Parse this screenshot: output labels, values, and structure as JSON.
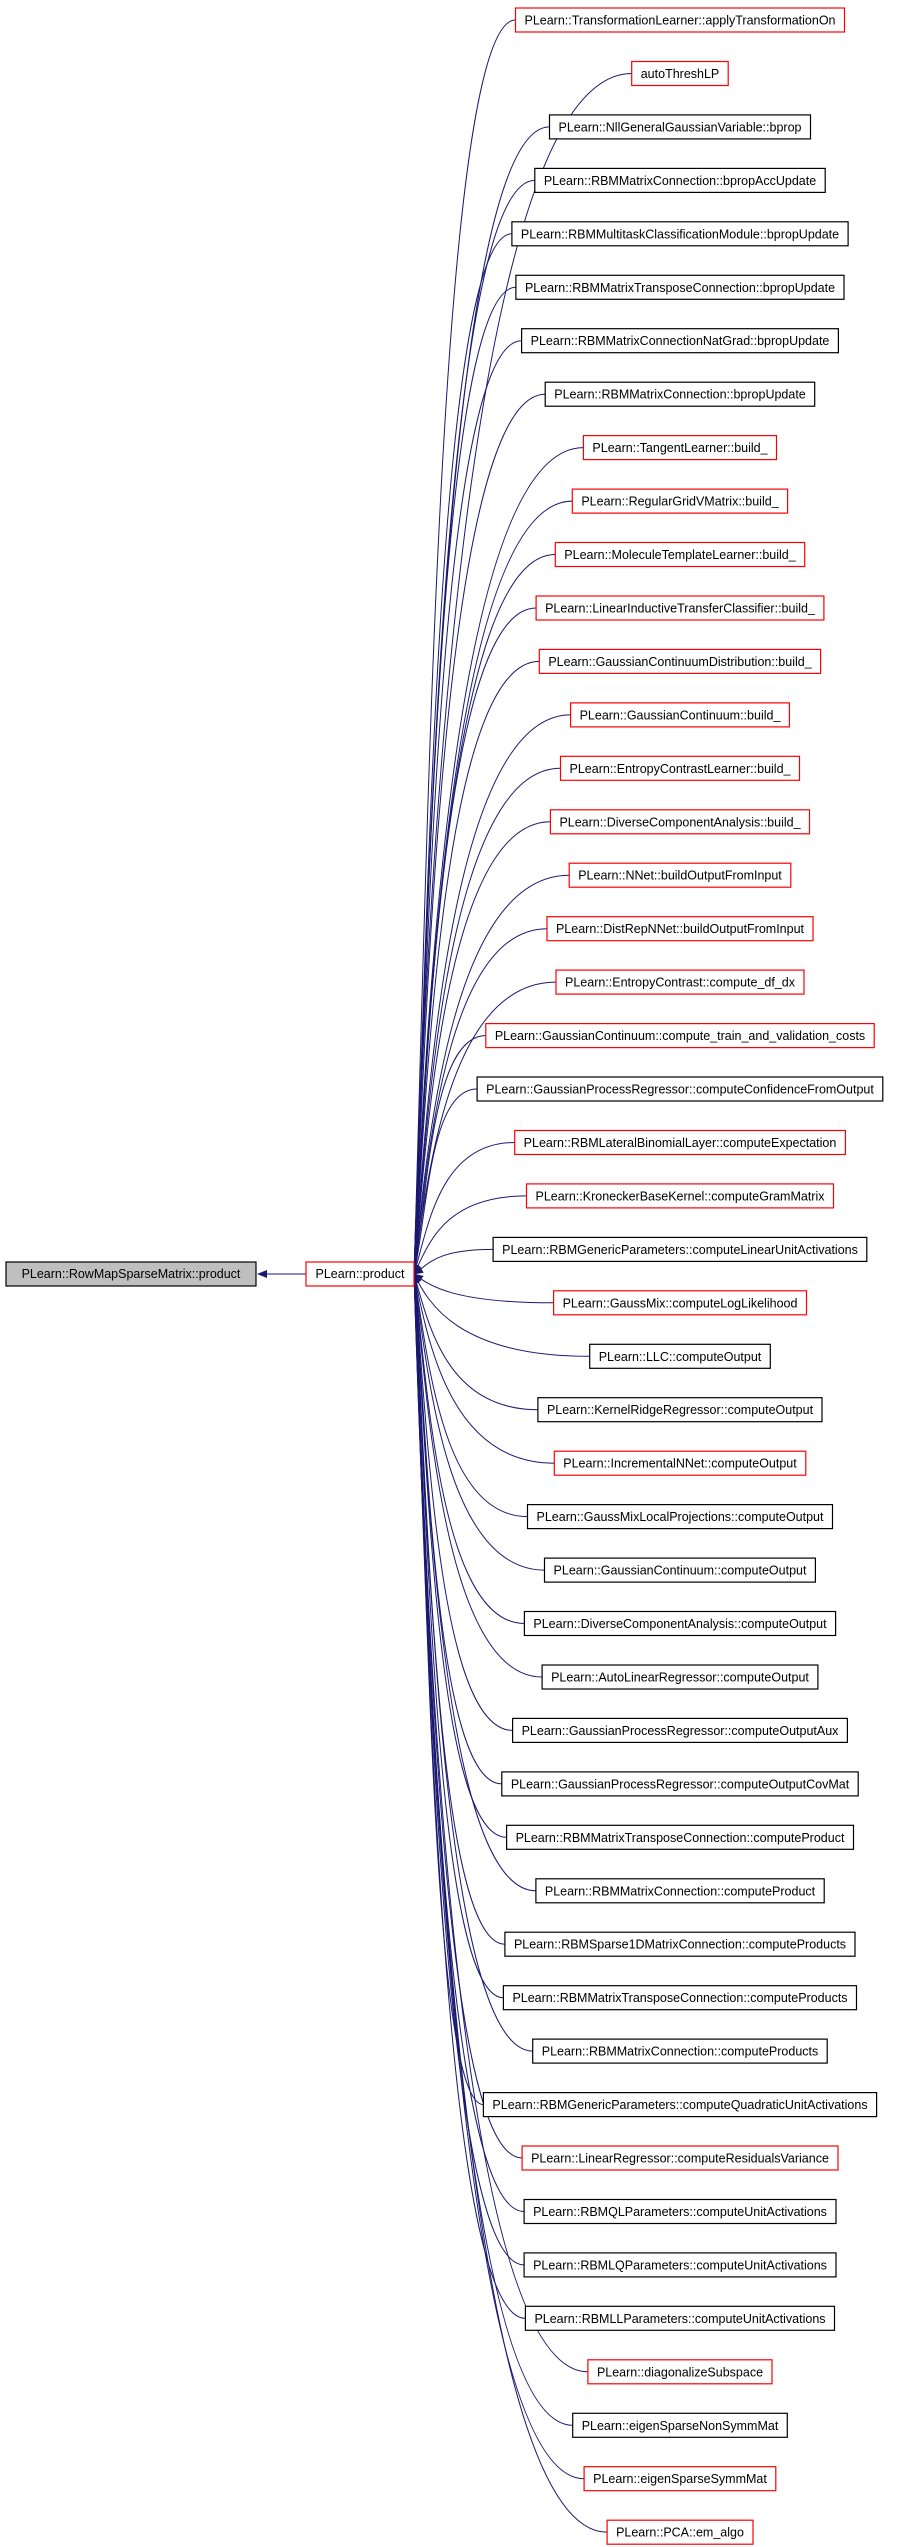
{
  "colors": {
    "edge": "#191970",
    "normal_border": "#000000",
    "red_border": "#ff0000",
    "root_fill": "#bfbfbf",
    "node_fill": "#ffffff"
  },
  "root": {
    "label": "PLearn::RowMapSparseMatrix::product"
  },
  "center": {
    "label": "PLearn::product",
    "border": "red"
  },
  "callers": [
    {
      "label": "PLearn::TransformationLearner::applyTransformationOn",
      "border": "red"
    },
    {
      "label": "autoThreshLP",
      "border": "red"
    },
    {
      "label": "PLearn::NllGeneralGaussianVariable::bprop",
      "border": "black"
    },
    {
      "label": "PLearn::RBMMatrixConnection::bpropAccUpdate",
      "border": "black"
    },
    {
      "label": "PLearn::RBMMultitaskClassificationModule::bpropUpdate",
      "border": "black"
    },
    {
      "label": "PLearn::RBMMatrixTransposeConnection::bpropUpdate",
      "border": "black"
    },
    {
      "label": "PLearn::RBMMatrixConnectionNatGrad::bpropUpdate",
      "border": "black"
    },
    {
      "label": "PLearn::RBMMatrixConnection::bpropUpdate",
      "border": "black"
    },
    {
      "label": "PLearn::TangentLearner::build_",
      "border": "red"
    },
    {
      "label": "PLearn::RegularGridVMatrix::build_",
      "border": "red"
    },
    {
      "label": "PLearn::MoleculeTemplateLearner::build_",
      "border": "red"
    },
    {
      "label": "PLearn::LinearInductiveTransferClassifier::build_",
      "border": "red"
    },
    {
      "label": "PLearn::GaussianContinuumDistribution::build_",
      "border": "red"
    },
    {
      "label": "PLearn::GaussianContinuum::build_",
      "border": "red"
    },
    {
      "label": "PLearn::EntropyContrastLearner::build_",
      "border": "red"
    },
    {
      "label": "PLearn::DiverseComponentAnalysis::build_",
      "border": "red"
    },
    {
      "label": "PLearn::NNet::buildOutputFromInput",
      "border": "red"
    },
    {
      "label": "PLearn::DistRepNNet::buildOutputFromInput",
      "border": "red"
    },
    {
      "label": "PLearn::EntropyContrast::compute_df_dx",
      "border": "red"
    },
    {
      "label": "PLearn::GaussianContinuum::compute_train_and_validation_costs",
      "border": "red"
    },
    {
      "label": "PLearn::GaussianProcessRegressor::computeConfidenceFromOutput",
      "border": "black"
    },
    {
      "label": "PLearn::RBMLateralBinomialLayer::computeExpectation",
      "border": "red"
    },
    {
      "label": "PLearn::KroneckerBaseKernel::computeGramMatrix",
      "border": "red"
    },
    {
      "label": "PLearn::RBMGenericParameters::computeLinearUnitActivations",
      "border": "black"
    },
    {
      "label": "PLearn::GaussMix::computeLogLikelihood",
      "border": "red"
    },
    {
      "label": "PLearn::LLC::computeOutput",
      "border": "black"
    },
    {
      "label": "PLearn::KernelRidgeRegressor::computeOutput",
      "border": "black"
    },
    {
      "label": "PLearn::IncrementalNNet::computeOutput",
      "border": "red"
    },
    {
      "label": "PLearn::GaussMixLocalProjections::computeOutput",
      "border": "black"
    },
    {
      "label": "PLearn::GaussianContinuum::computeOutput",
      "border": "black"
    },
    {
      "label": "PLearn::DiverseComponentAnalysis::computeOutput",
      "border": "black"
    },
    {
      "label": "PLearn::AutoLinearRegressor::computeOutput",
      "border": "black"
    },
    {
      "label": "PLearn::GaussianProcessRegressor::computeOutputAux",
      "border": "black"
    },
    {
      "label": "PLearn::GaussianProcessRegressor::computeOutputCovMat",
      "border": "black"
    },
    {
      "label": "PLearn::RBMMatrixTransposeConnection::computeProduct",
      "border": "black"
    },
    {
      "label": "PLearn::RBMMatrixConnection::computeProduct",
      "border": "black"
    },
    {
      "label": "PLearn::RBMSparse1DMatrixConnection::computeProducts",
      "border": "black"
    },
    {
      "label": "PLearn::RBMMatrixTransposeConnection::computeProducts",
      "border": "black"
    },
    {
      "label": "PLearn::RBMMatrixConnection::computeProducts",
      "border": "black"
    },
    {
      "label": "PLearn::RBMGenericParameters::computeQuadraticUnitActivations",
      "border": "black"
    },
    {
      "label": "PLearn::LinearRegressor::computeResidualsVariance",
      "border": "red"
    },
    {
      "label": "PLearn::RBMQLParameters::computeUnitActivations",
      "border": "black"
    },
    {
      "label": "PLearn::RBMLQParameters::computeUnitActivations",
      "border": "black"
    },
    {
      "label": "PLearn::RBMLLParameters::computeUnitActivations",
      "border": "black"
    },
    {
      "label": "PLearn::diagonalizeSubspace",
      "border": "red"
    },
    {
      "label": "PLearn::eigenSparseNonSymmMat",
      "border": "black"
    },
    {
      "label": "PLearn::eigenSparseSymmMat",
      "border": "red"
    },
    {
      "label": "PLearn::PCA::em_algo",
      "border": "red"
    }
  ]
}
